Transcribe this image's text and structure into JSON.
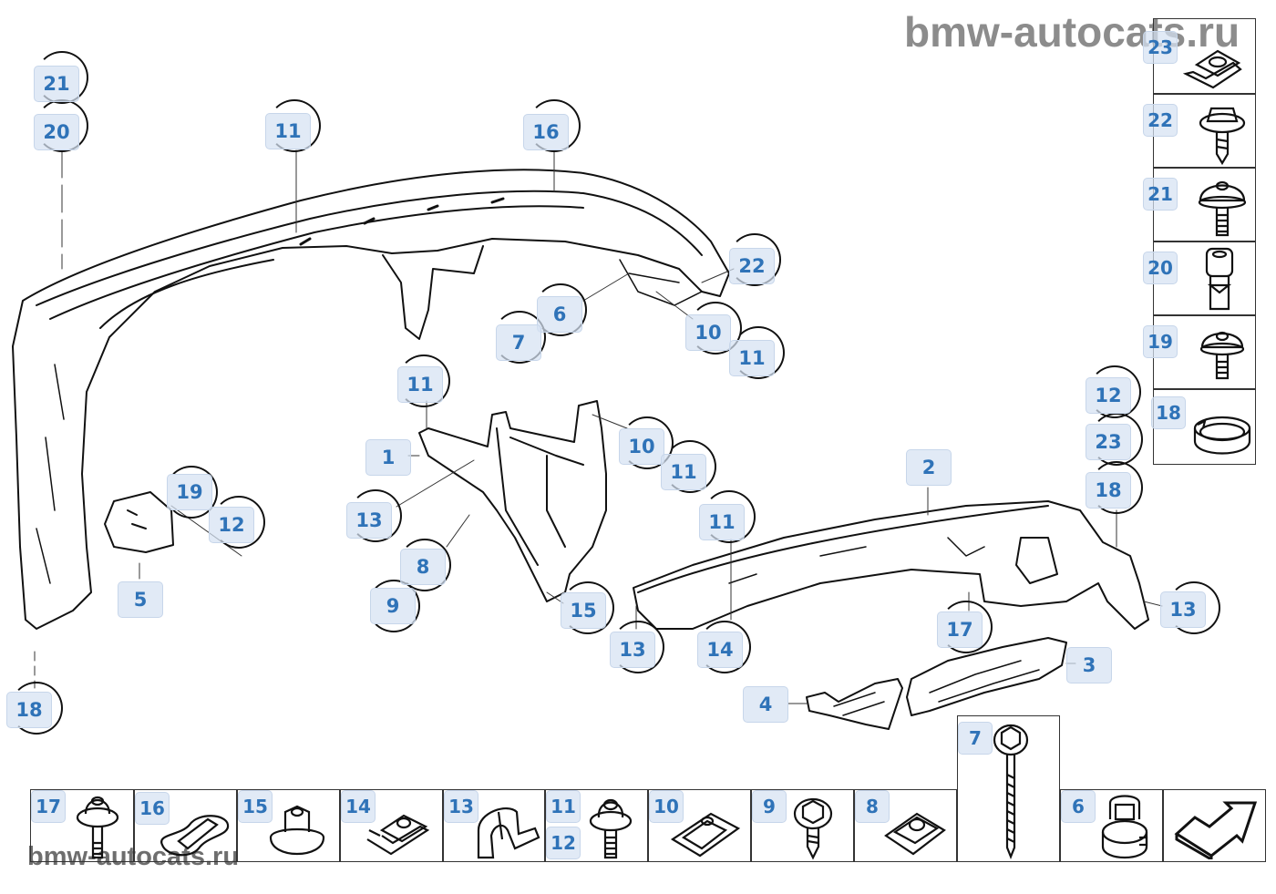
{
  "watermark": {
    "top": "bmw-autocats.ru",
    "bottom": "bmw-autocats.ru"
  },
  "diagram": {
    "title": "Bumper support / carrier parts diagram",
    "callouts": [
      {
        "id": "c21a",
        "label": "21"
      },
      {
        "id": "c20a",
        "label": "20"
      },
      {
        "id": "c11a",
        "label": "11"
      },
      {
        "id": "c16a",
        "label": "16"
      },
      {
        "id": "c22a",
        "label": "22"
      },
      {
        "id": "c6a",
        "label": "6"
      },
      {
        "id": "c7a",
        "label": "7"
      },
      {
        "id": "c10a",
        "label": "10"
      },
      {
        "id": "c11b",
        "label": "11"
      },
      {
        "id": "c11c",
        "label": "11"
      },
      {
        "id": "c1",
        "label": "1"
      },
      {
        "id": "c10b",
        "label": "10"
      },
      {
        "id": "c11d",
        "label": "11"
      },
      {
        "id": "c13a",
        "label": "13"
      },
      {
        "id": "c8a",
        "label": "8"
      },
      {
        "id": "c9a",
        "label": "9"
      },
      {
        "id": "c15a",
        "label": "15"
      },
      {
        "id": "c19a",
        "label": "19"
      },
      {
        "id": "c12a",
        "label": "12"
      },
      {
        "id": "c5",
        "label": "5"
      },
      {
        "id": "c18a",
        "label": "18"
      },
      {
        "id": "c11e",
        "label": "11"
      },
      {
        "id": "c13b",
        "label": "13"
      },
      {
        "id": "c14a",
        "label": "14"
      },
      {
        "id": "c2",
        "label": "2"
      },
      {
        "id": "c12b",
        "label": "12"
      },
      {
        "id": "c23a",
        "label": "23"
      },
      {
        "id": "c18b",
        "label": "18"
      },
      {
        "id": "c17a",
        "label": "17"
      },
      {
        "id": "c13c",
        "label": "13"
      },
      {
        "id": "c3",
        "label": "3"
      },
      {
        "id": "c4",
        "label": "4"
      }
    ]
  },
  "legend_right": [
    {
      "label": "23",
      "part": "spring-nut-icon"
    },
    {
      "label": "22",
      "part": "hex-screw-icon"
    },
    {
      "label": "21",
      "part": "pan-screw-icon"
    },
    {
      "label": "20",
      "part": "sleeve-bolt-icon"
    },
    {
      "label": "19",
      "part": "torx-screw-icon"
    },
    {
      "label": "18",
      "part": "ring-clip-icon"
    }
  ],
  "legend_bottom": [
    {
      "label": "17",
      "part": "collar-bolt-icon"
    },
    {
      "label": "16",
      "part": "grommet-icon"
    },
    {
      "label": "15",
      "part": "flange-nut-icon"
    },
    {
      "label": "14",
      "part": "clip-nut-icon"
    },
    {
      "label": "13",
      "part": "bracket-clip-icon"
    },
    {
      "label": "11",
      "label2": "12",
      "part": "collar-screw-icon"
    },
    {
      "label": "10",
      "part": "expanding-nut-icon"
    },
    {
      "label": "9",
      "part": "hex-tapping-screw-icon"
    },
    {
      "label": "8",
      "part": "spring-clip-nut-icon"
    },
    {
      "label": "7",
      "part": "long-screw-icon"
    },
    {
      "label": "6",
      "part": "cap-nut-icon"
    },
    {
      "label": "",
      "part": "next-arrow-icon"
    }
  ]
}
